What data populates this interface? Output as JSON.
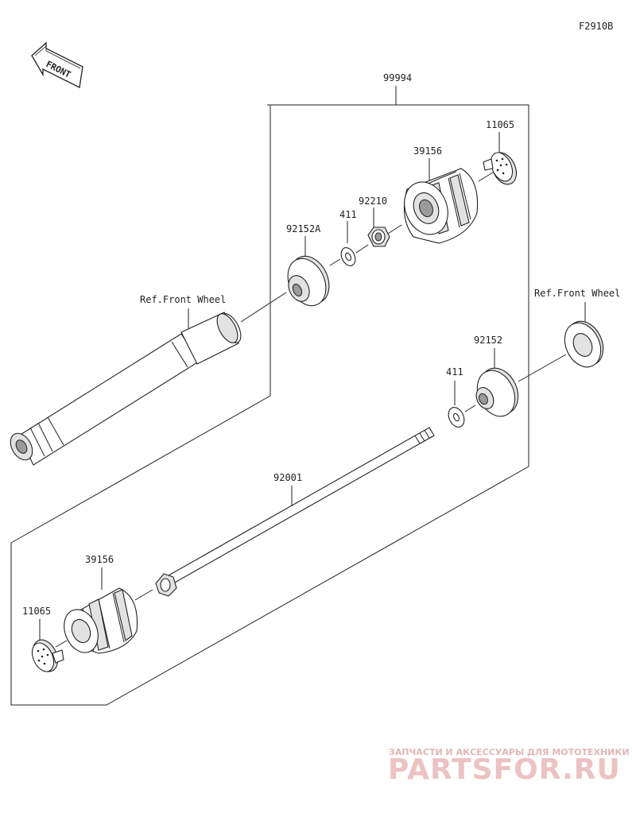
{
  "figure_code": "F2910B",
  "front_arrow_text": "FRONT",
  "parts": {
    "set_99994": "99994",
    "cap_11065_top": "11065",
    "slider_39156_top": "39156",
    "nut_92210": "92210",
    "washer_411_top": "411",
    "collar_92152A": "92152A",
    "ref_front_wheel_left": "Ref.Front Wheel",
    "ref_front_wheel_right": "Ref.Front Wheel",
    "collar_92152": "92152",
    "washer_411_bottom": "411",
    "bolt_92001": "92001",
    "slider_39156_bottom": "39156",
    "cap_11065_bottom": "11065"
  },
  "watermark": {
    "tagline": "ЗАПЧАСТИ И АКСЕССУАРЫ ДЛЯ МОТОТЕХНИКИ",
    "logo": "PARTSFOR.RU"
  }
}
